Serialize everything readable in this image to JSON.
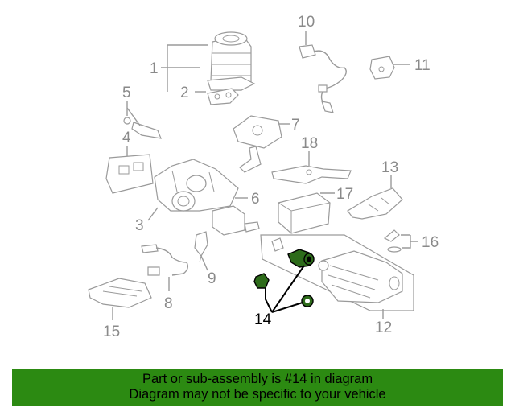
{
  "diagram": {
    "callouts": {
      "c1": "1",
      "c2": "2",
      "c3": "3",
      "c4": "4",
      "c5": "5",
      "c6": "6",
      "c7": "7",
      "c8": "8",
      "c9": "9",
      "c10": "10",
      "c11": "11",
      "c12": "12",
      "c13": "13",
      "c14": "14",
      "c15": "15",
      "c16": "16",
      "c17": "17",
      "c18": "18"
    },
    "highlighted_part": "14",
    "highlight_color": "#2d6b1a"
  },
  "banner": {
    "line1": "Part or sub-assembly is #14 in diagram",
    "line2": "Diagram may not be specific to your vehicle",
    "background": "#2c8a12"
  }
}
